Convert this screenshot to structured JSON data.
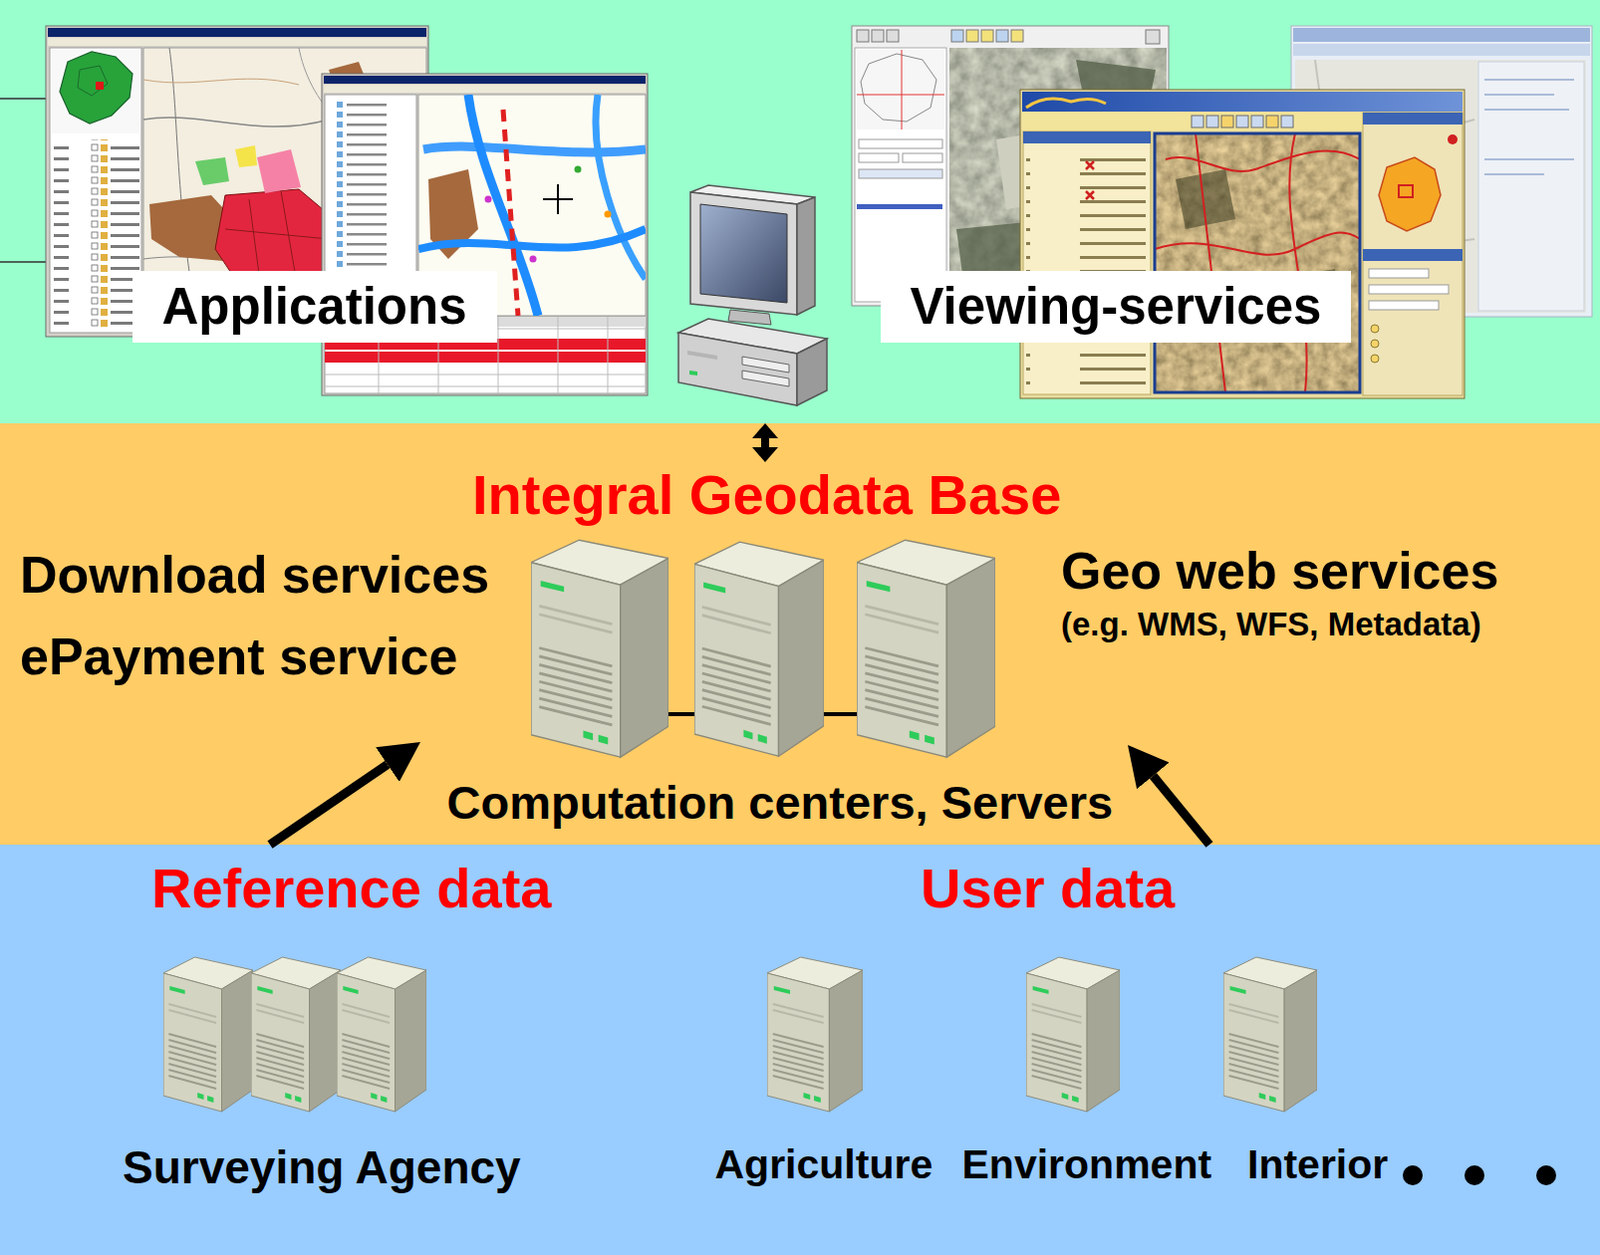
{
  "diagram": {
    "nodes": [
      {
        "text": [
          "Applications",
          "Viewing-services"
        ]
      },
      {
        "text": [
          "Download services",
          "ePayment service",
          "Geo web services",
          "(e.g. WMS, WFS, Metadata)"
        ]
      },
      {
        "text": [
          "Integral Geodata Base",
          "Computation centers, Servers"
        ],
        "in": 1
      },
      {
        "text": [
          "Reference data",
          "User data"
        ]
      },
      {
        "text": [
          "Surveying Agency"
        ],
        "in": 3
      },
      {
        "text": [
          "Agriculture"
        ],
        "in": 3
      },
      {
        "text": [
          "Environment"
        ],
        "in": 3
      },
      {
        "text": [
          "Interior"
        ],
        "in": 3
      }
    ],
    "edges": [
      {
        "from": 0,
        "to": 2,
        "arrow": "both"
      },
      {
        "from": 3,
        "to": 2,
        "arrow": "to"
      },
      {
        "from": 3,
        "to": 2,
        "arrow": "to"
      }
    ]
  }
}
